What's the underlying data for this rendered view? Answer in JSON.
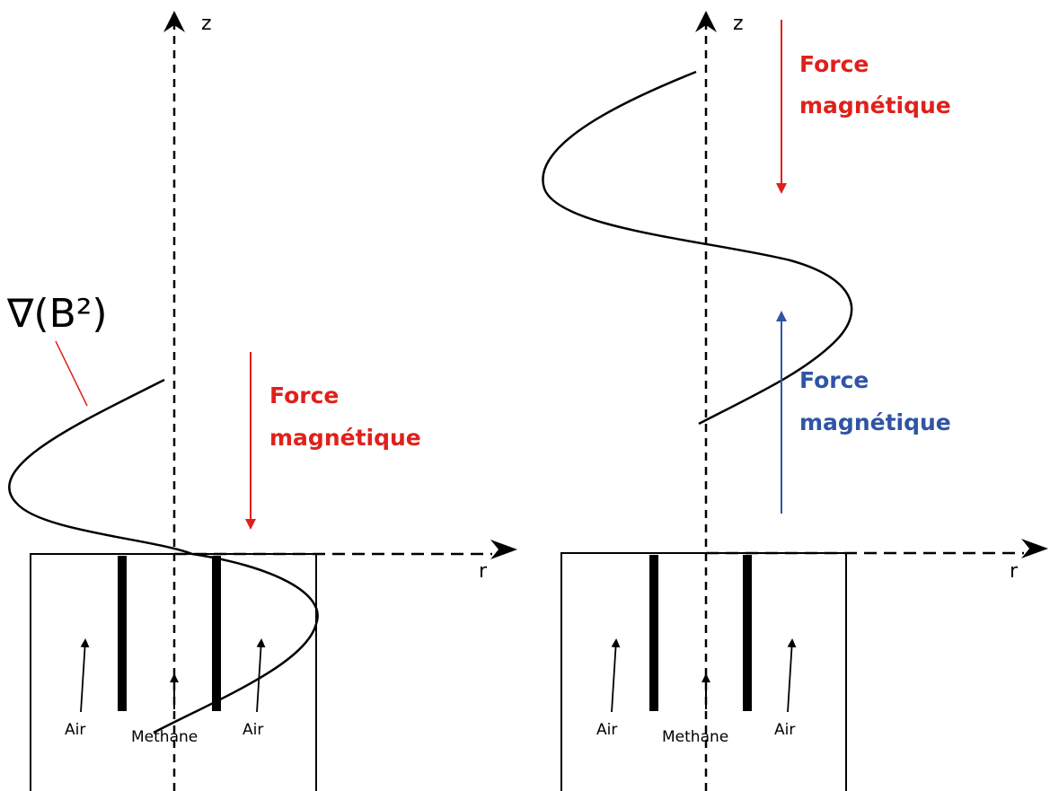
{
  "colors": {
    "force_red": "#e0201b",
    "force_blue": "#2f55a4",
    "ink": "#000000"
  },
  "labels": {
    "z_axis": "z",
    "r_axis": "r",
    "gradient": "∇(B²)",
    "air": "Air",
    "methane": "Methane"
  },
  "left_panel": {
    "force_down": {
      "line1": "Force",
      "line2": "magnétique"
    }
  },
  "right_panel": {
    "force_down": {
      "line1": "Force",
      "line2": "magnétique"
    },
    "force_up": {
      "line1": "Force",
      "line2": "magnétique"
    }
  }
}
